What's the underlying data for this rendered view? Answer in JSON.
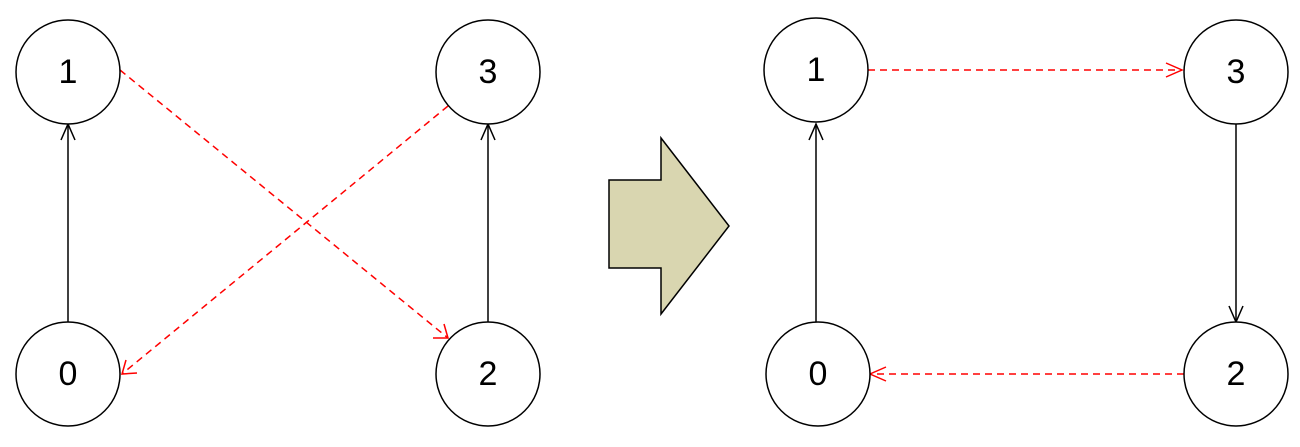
{
  "colors": {
    "solid_edge": "#000000",
    "dashed_edge": "#ff0000",
    "node_fill": "#ffffff",
    "arrow_fill": "#d9d6b0"
  },
  "left_graph": {
    "nodes": [
      {
        "id": "1",
        "label": "1"
      },
      {
        "id": "3",
        "label": "3"
      },
      {
        "id": "0",
        "label": "0"
      },
      {
        "id": "2",
        "label": "2"
      }
    ],
    "edges": [
      {
        "from": "0",
        "to": "1",
        "style": "solid"
      },
      {
        "from": "2",
        "to": "3",
        "style": "solid"
      },
      {
        "from": "1",
        "to": "2",
        "style": "dashed"
      },
      {
        "from": "3",
        "to": "0",
        "style": "dashed"
      }
    ]
  },
  "right_graph": {
    "nodes": [
      {
        "id": "1",
        "label": "1"
      },
      {
        "id": "3",
        "label": "3"
      },
      {
        "id": "0",
        "label": "0"
      },
      {
        "id": "2",
        "label": "2"
      }
    ],
    "edges": [
      {
        "from": "0",
        "to": "1",
        "style": "solid"
      },
      {
        "from": "3",
        "to": "2",
        "style": "solid"
      },
      {
        "from": "1",
        "to": "3",
        "style": "dashed"
      },
      {
        "from": "2",
        "to": "0",
        "style": "dashed"
      }
    ]
  },
  "transform_arrow": {
    "icon": "block-arrow-right-icon"
  }
}
